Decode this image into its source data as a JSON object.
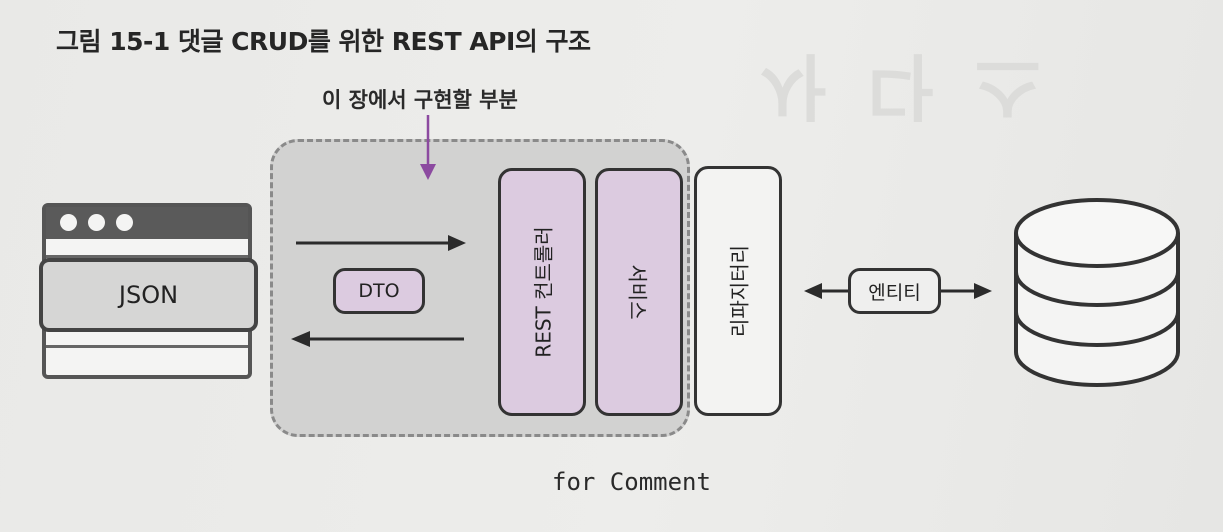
{
  "caption": "그림 15-1 댓글 CRUD를 위한 REST API의 구조",
  "callout": "이 장에서 구현할 부분",
  "client": {
    "payload_label": "JSON"
  },
  "transfer": {
    "dto_label": "DTO",
    "entity_label": "엔티티"
  },
  "layers": {
    "controller_label": "REST 컨트롤러",
    "service_label": "서비스",
    "repository_label": "리파지터리"
  },
  "footer": "for Comment",
  "colors": {
    "implemented_fill": "#dccbe0",
    "callout_arrow": "#8c4aa0",
    "scope_fill": "#d2d2d1"
  },
  "icons": {
    "client": "browser-window-icon",
    "storage": "database-icon"
  }
}
